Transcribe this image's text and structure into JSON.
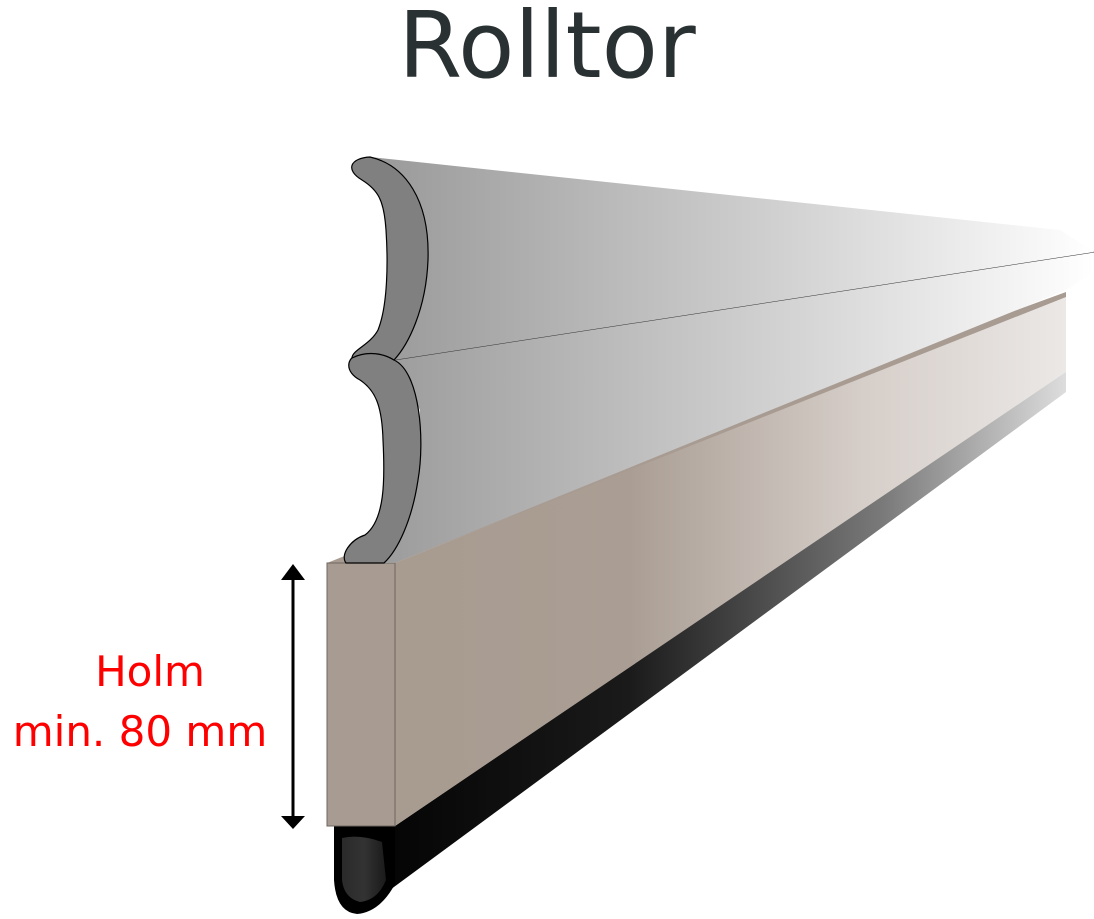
{
  "title": "Rolltor",
  "dimension": {
    "line1": "Holm",
    "line2": "min. 80 mm",
    "color": "#ff0000"
  },
  "colors": {
    "title": "#293133",
    "slat_face": "#808080",
    "slat_top_start": "#9a9a9a",
    "holm": "#a89c92",
    "seal": "#000000"
  },
  "parts": [
    "slat-upper",
    "slat-lower",
    "holm-bar",
    "rubber-seal",
    "dimension-arrow"
  ]
}
